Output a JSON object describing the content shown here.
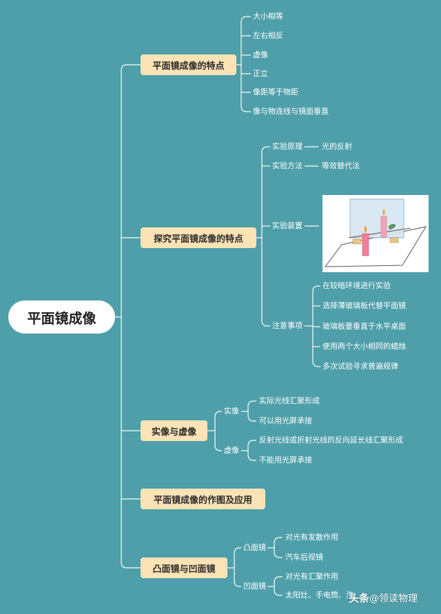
{
  "root": {
    "title": "平面镜成像"
  },
  "branch1": {
    "title": "平面镜成像的特点",
    "items": [
      "大小相等",
      "左右相反",
      "虚像",
      "正立",
      "像距等于物距",
      "像与物连线与镜面垂直"
    ]
  },
  "branch2": {
    "title": "探究平面镜成像的特点",
    "principle": {
      "label": "实验原理",
      "value": "光的反射"
    },
    "method": {
      "label": "实验方法",
      "value": "等效替代法"
    },
    "apparatus": {
      "label": "实验装置"
    },
    "notes": {
      "label": "注意事项",
      "items": [
        "在较暗环境进行实验",
        "选择薄玻璃板代替平面镜",
        "玻璃板要垂直于水平桌面",
        "使用两个大小相同的蜡烛",
        "多次试验寻求普遍规律"
      ]
    }
  },
  "branch3": {
    "title": "实像与虚像",
    "real": {
      "label": "实像",
      "items": [
        "实际光线汇聚形成",
        "可以用光屏承接"
      ]
    },
    "virtual": {
      "label": "虚像",
      "items": [
        "反射光线或折射光线的反向延长线汇聚形成",
        "不能用光屏承接"
      ]
    }
  },
  "branch4": {
    "title": "平面镜成像的作图及应用"
  },
  "branch5": {
    "title": "凸面镜与凹面镜",
    "convex": {
      "label": "凸面镜",
      "items": [
        "对光有发散作用",
        "汽车后视镜"
      ]
    },
    "concave": {
      "label": "凹面镜",
      "items": [
        "对光有汇聚作用",
        "太阳灶、手电筒、汽"
      ]
    }
  },
  "watermark": {
    "brand": "头条",
    "account": "@领读物理"
  },
  "colors": {
    "background": "#4e9fa9",
    "branch_box": "#fbe3b6",
    "root_box": "#ffffff",
    "line": "#ffffff"
  }
}
